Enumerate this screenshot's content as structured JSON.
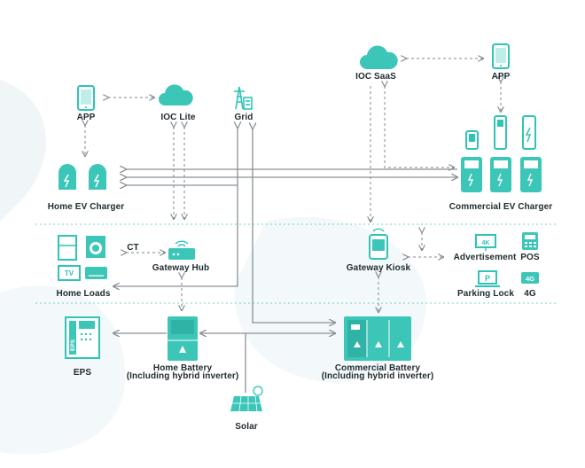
{
  "colors": {
    "accent": "#2ec4b6",
    "line": "#8a9196",
    "dash": "#7e878c",
    "watermark": "#f0f6f8",
    "band": "#6fd1cb"
  },
  "labels": {
    "app_left": "APP",
    "ioc_lite": "IOC Lite",
    "grid": "Grid",
    "ioc_saas": "IOC SaaS",
    "app_right": "APP",
    "home_ev_charger": "Home EV Charger",
    "commercial_ev_charger": "Commercial EV Charger",
    "ct": "CT",
    "gateway_hub": "Gateway Hub",
    "home_loads": "Home Loads",
    "gateway_kiosk": "Gateway Kiosk",
    "advertisement": "Advertisement",
    "pos": "POS",
    "parking_lock": "Parking Lock",
    "g4": "4G",
    "eps": "EPS",
    "home_battery_line1": "Home Battery",
    "home_battery_line2": "(Including hybrid inverter)",
    "commercial_battery_line1": "Commercial Battery",
    "commercial_battery_line2": "(Including hybrid inverter)",
    "solar": "Solar"
  },
  "icon_text": {
    "tv": "TV",
    "k4": "4K",
    "eps_vertical": "EPS",
    "g4_badge": "4G"
  }
}
